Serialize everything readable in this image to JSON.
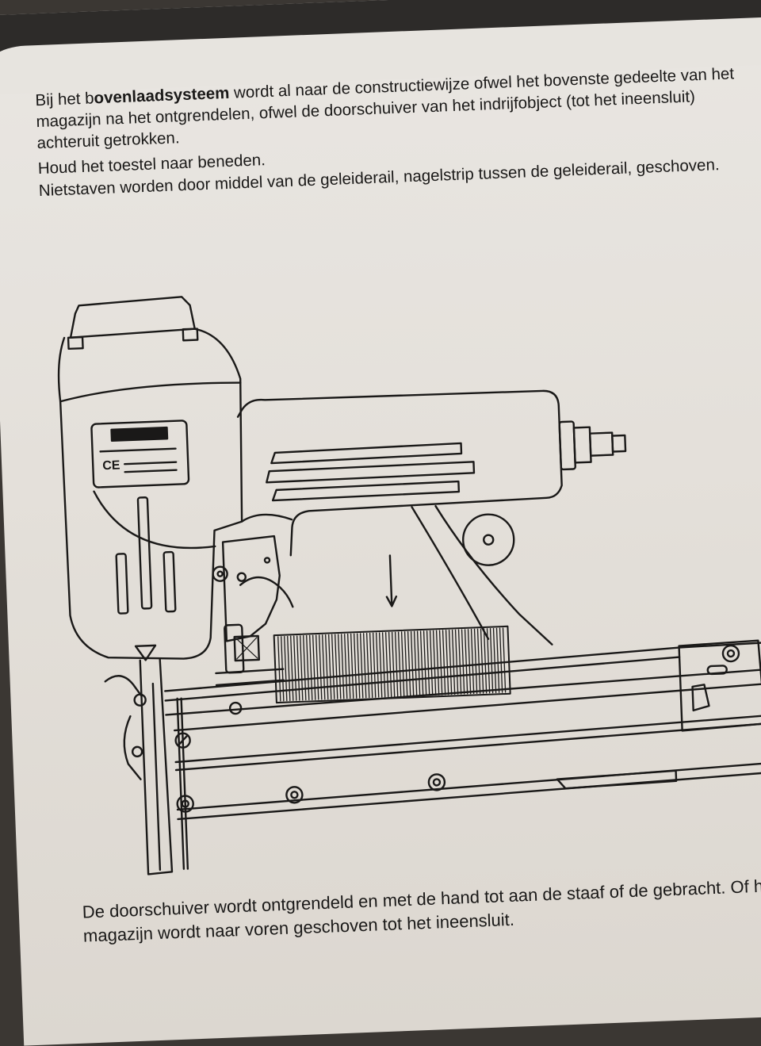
{
  "paragraphs": {
    "p1_before": "Bij het b",
    "p1_bold": "ovenlaadsysteem",
    "p1_after": " wordt al naar de constructiewijze ofwel het bovenste gedeelte van het magazijn na het ontgrendelen, ofwel de doorschuiver van het indrijfobject (tot het ineensluit) achteruit getrokken.",
    "p2": "Houd het toestel naar beneden.",
    "p3": "Nietstaven worden door middel van de geleiderail, nagelstrip tussen de geleiderail, geschoven.",
    "p4": "De doorschuiver wordt ontgrendeld en met de hand tot aan de staaf of de gebracht. Of het magazijn wordt naar voren geschoven tot het ineensluit."
  },
  "figure": {
    "label_ce": "CE"
  },
  "colors": {
    "ink": "#1a1918",
    "paper": "#e6e2dc",
    "band": "#2d2b29"
  }
}
